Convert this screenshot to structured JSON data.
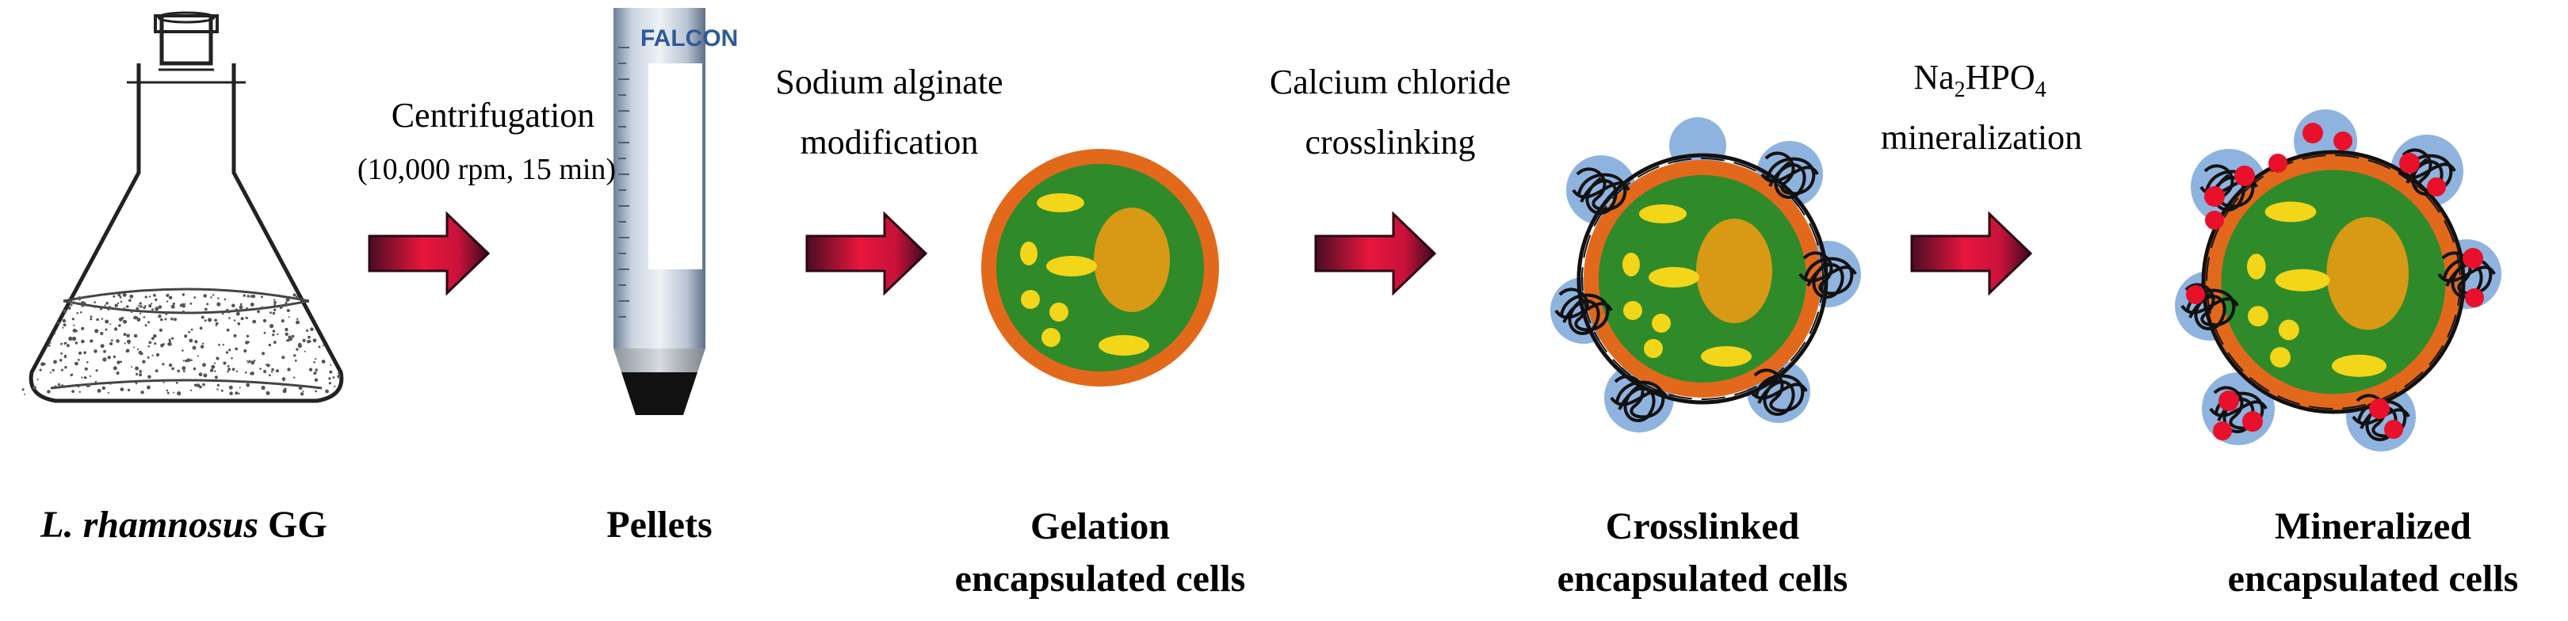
{
  "steps": {
    "centrifugation": {
      "line1": "Centrifugation",
      "line2": "(10,000 rpm, 15 min)"
    },
    "alginate": {
      "line1": "Sodium alginate",
      "line2": "modification"
    },
    "calcium": {
      "line1": "Calcium chloride",
      "line2": "crosslinking"
    },
    "mineralization": {
      "chem_main": "Na",
      "chem_sub1": "2",
      "chem_mid": "HPO",
      "chem_sub2": "4",
      "line2": "mineralization"
    }
  },
  "flask": {
    "label": "FALCON"
  },
  "captions": {
    "lgg_italic": "L. rhamnosus",
    "lgg_suffix": " GG",
    "pellets": "Pellets",
    "gelation_line1": "Gelation",
    "gelation_line2": "encapsulated cells",
    "crosslinked_line1": "Crosslinked",
    "crosslinked_line2": "encapsulated cells",
    "mineralized_line1": "Mineralized",
    "mineralized_line2": "encapsulated cells"
  },
  "colors": {
    "cell_green": "#2f8a2a",
    "alginate_orange": "#e2691c",
    "nucleus": "#d89a14",
    "granule_yellow": "#f3d51a",
    "crosslink_blue": "#8fb3df",
    "mineral_red": "#e8102a",
    "arrow_red": "#e8163c",
    "arrow_dark": "#3a0a1e"
  }
}
